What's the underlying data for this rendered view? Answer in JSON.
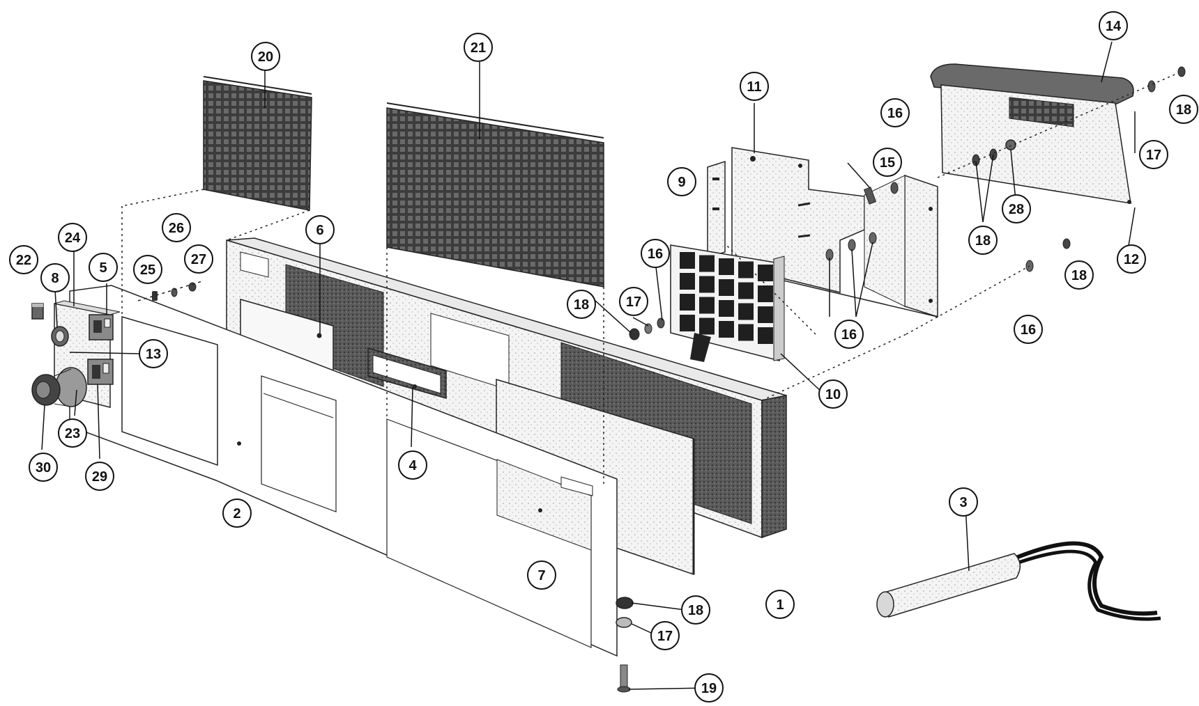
{
  "diagram": {
    "kind": "exploded parts view",
    "colors": {
      "ink": "#1a1a1a",
      "screen": "#4a4a4a",
      "paper": "#ffffff",
      "panel": "#f1f1f1"
    },
    "callouts": [
      "1",
      "2",
      "3",
      "4",
      "5",
      "6",
      "7",
      "8",
      "9",
      "10",
      "11",
      "12",
      "13",
      "14",
      "15",
      "16",
      "17",
      "18",
      "19",
      "20",
      "21",
      "22",
      "23",
      "24",
      "25",
      "26",
      "27",
      "28",
      "29",
      "30"
    ]
  }
}
